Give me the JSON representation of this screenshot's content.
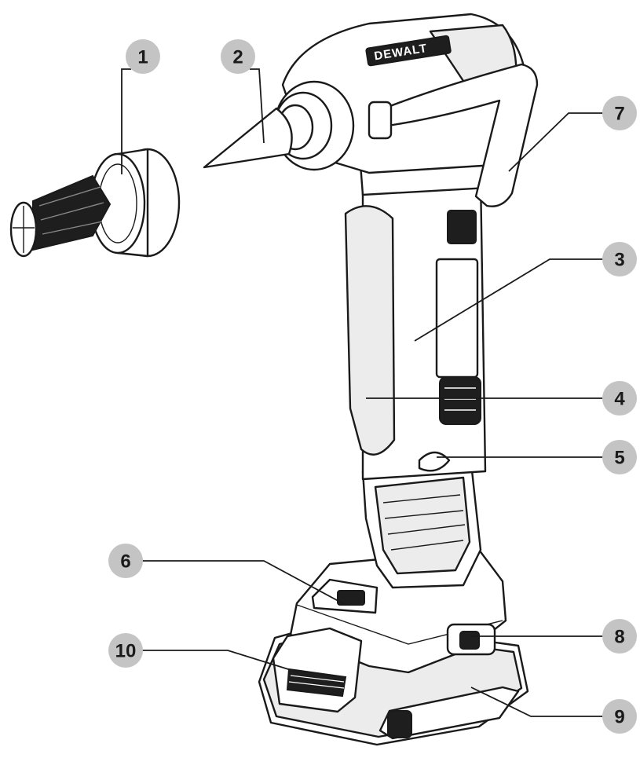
{
  "figure": {
    "brand_mark": "DEWALT",
    "callouts": [
      {
        "id": "callout-1",
        "number": "1"
      },
      {
        "id": "callout-2",
        "number": "2"
      },
      {
        "id": "callout-3",
        "number": "3"
      },
      {
        "id": "callout-4",
        "number": "4"
      },
      {
        "id": "callout-5",
        "number": "5"
      },
      {
        "id": "callout-6",
        "number": "6"
      },
      {
        "id": "callout-7",
        "number": "7"
      },
      {
        "id": "callout-8",
        "number": "8"
      },
      {
        "id": "callout-9",
        "number": "9"
      },
      {
        "id": "callout-10",
        "number": "10"
      }
    ]
  }
}
